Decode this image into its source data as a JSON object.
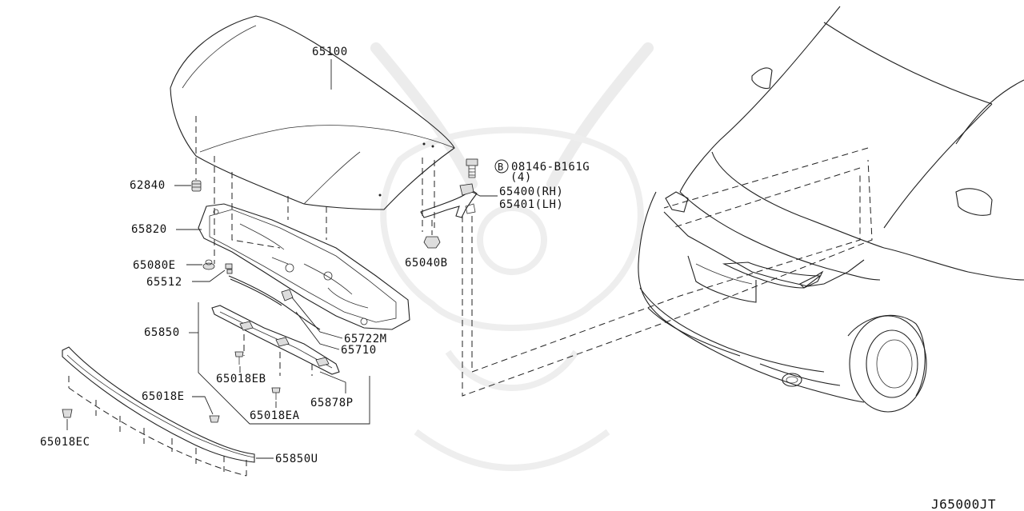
{
  "diagram_id": "J65000JT",
  "callouts": {
    "hood": "65100",
    "seal_pad": "62840",
    "insulator": "65820",
    "stopper": "65080E",
    "support_rod": "65512",
    "lock_assy": "65722M",
    "cable": "65710",
    "hood_support": "65850",
    "clip_eb": "65018EB",
    "clip_ea": "65018EA",
    "clip_e": "65018E",
    "clip_ec": "65018EC",
    "seal": "65878P",
    "front_molding": "65850U",
    "bolt_ref": "08146-B161G",
    "bolt_qty": "(4)",
    "bolt_symbol": "B",
    "hinge_rh": "65400(RH)",
    "hinge_lh": "65401(LH)",
    "nut": "65040B"
  }
}
